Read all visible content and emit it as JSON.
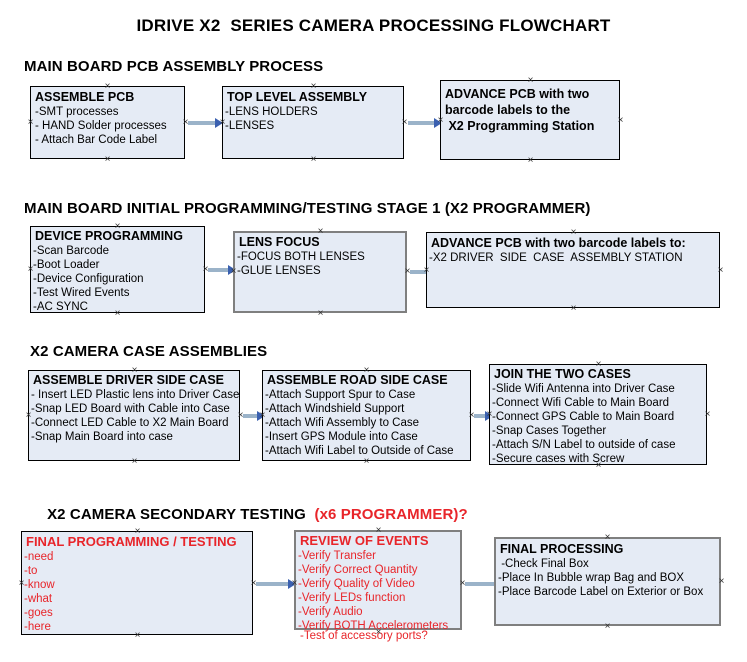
{
  "title": "IDRIVE X2  SERIES CAMERA PROCESSING FLOWCHART",
  "colors": {
    "box_fill": "#E5EBF5",
    "box_border": "#000000",
    "box_border_selected": "#7F7F7F",
    "connector": "#9BB3C9",
    "arrowhead": "#3A60B0",
    "accent_red": "#E8252A",
    "text": "#000000",
    "background": "#FFFFFF"
  },
  "sections": [
    {
      "heading": "MAIN BOARD PCB ASSEMBLY PROCESS",
      "heading_accent": "",
      "boxes": [
        {
          "title": "ASSEMBLE PCB",
          "lines": [
            "-SMT processes",
            "- HAND Solder processes",
            "- Attach Bar Code Label"
          ]
        },
        {
          "title": "TOP LEVEL ASSEMBLY",
          "lines": [
            "-LENS HOLDERS",
            "-LENSES"
          ]
        },
        {
          "title": "ADVANCE PCB with two\nbarcode labels to the\n X2 Programming Station",
          "lines": []
        }
      ]
    },
    {
      "heading": "MAIN BOARD INITIAL PROGRAMMING/TESTING STAGE 1 (X2 PROGRAMMER)",
      "heading_accent": "",
      "boxes": [
        {
          "title": "DEVICE PROGRAMMING",
          "lines": [
            "-Scan Barcode",
            "-Boot Loader",
            "-Device Configuration",
            "-Test Wired Events",
            "-AC SYNC"
          ]
        },
        {
          "title": "LENS FOCUS",
          "lines": [
            "-FOCUS BOTH LENSES",
            "-GLUE LENSES"
          ]
        },
        {
          "title": "ADVANCE PCB with two barcode labels to:",
          "lines": [
            "-X2 DRIVER  SIDE  CASE  ASSEMBLY STATION"
          ]
        }
      ]
    },
    {
      "heading": "X2 CAMERA CASE ASSEMBLIES",
      "heading_accent": "",
      "boxes": [
        {
          "title": "ASSEMBLE DRIVER SIDE CASE",
          "lines": [
            "- Insert LED Plastic lens into Driver Case",
            "-Snap LED Board with Cable into Case",
            "-Connect LED Cable to X2 Main Board",
            "-Snap Main Board into case"
          ]
        },
        {
          "title": "ASSEMBLE ROAD SIDE CASE",
          "lines": [
            "-Attach Support Spur to Case",
            "-Attach Windshield Support",
            "-Attach Wifi Assembly to Case",
            "-Insert GPS Module into Case",
            "-Attach Wifi Label to Outside of Case"
          ]
        },
        {
          "title": "JOIN THE TWO CASES",
          "lines": [
            "-Slide Wifi Antenna into Driver Case",
            "-Connect Wifi Cable to Main Board",
            "-Connect GPS Cable to Main Board",
            "-Snap Cases Together",
            "-Attach S/N Label to outside of case",
            "-Secure cases with Screw"
          ]
        }
      ]
    },
    {
      "heading": "X2 CAMERA SECONDARY TESTING  ",
      "heading_accent": "(x6 PROGRAMMER)?",
      "boxes": [
        {
          "title": "FINAL PROGRAMMING / TESTING",
          "lines": [
            "-need",
            "-to",
            "-know",
            "-what",
            "-goes",
            "-here"
          ]
        },
        {
          "title": "REVIEW OF EVENTS",
          "lines": [
            "-Verify Transfer",
            "-Verify Correct Quantity",
            "-Verify Quality of Video",
            "-Verify LEDs function",
            "-Verify Audio",
            "-Verify BOTH Accelerometers"
          ],
          "overflow_line": "-Test of accessory ports?"
        },
        {
          "title": "FINAL PROCESSING",
          "lines": [
            " -Check Final Box",
            "-Place In Bubble wrap Bag and BOX",
            "-Place Barcode Label on Exterior or Box"
          ]
        }
      ]
    }
  ]
}
